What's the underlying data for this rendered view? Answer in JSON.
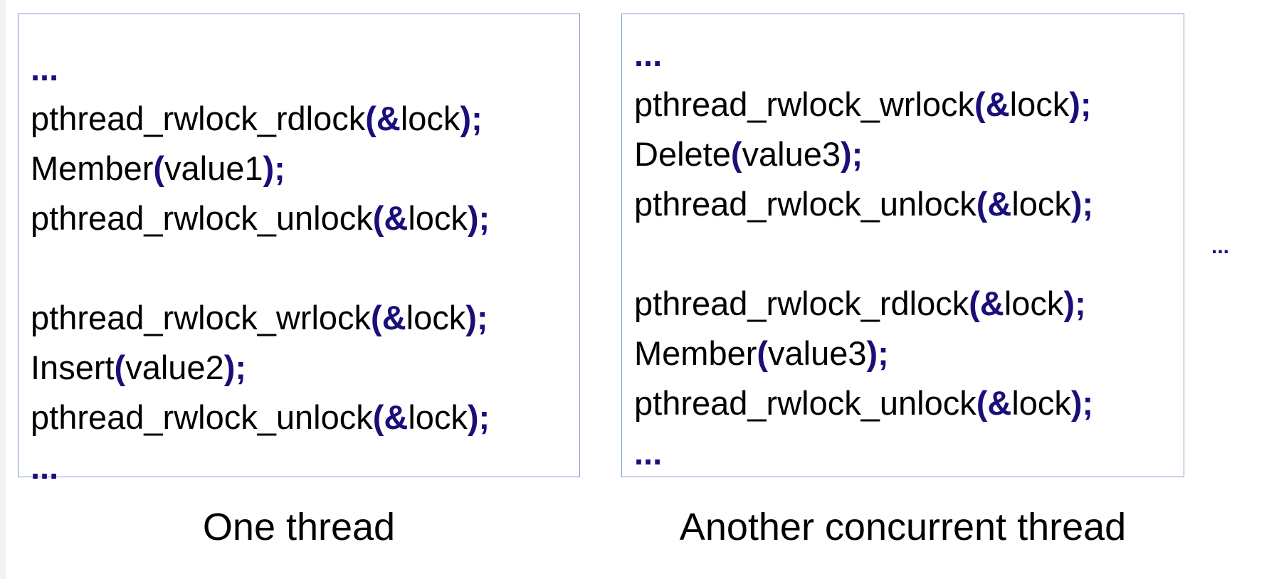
{
  "accent_color": "#1a0f7a",
  "thread1": {
    "caption": "One thread",
    "lines": [
      [
        {
          "t": "...",
          "h": true
        }
      ],
      [
        {
          "t": "pthread_rwlock_rdlock"
        },
        {
          "t": "(&",
          "h": true
        },
        {
          "t": "lock"
        },
        {
          "t": ");",
          "h": true
        }
      ],
      [
        {
          "t": "Member"
        },
        {
          "t": "(",
          "h": true
        },
        {
          "t": "value1"
        },
        {
          "t": ");",
          "h": true
        }
      ],
      [
        {
          "t": "pthread_rwlock_unlock"
        },
        {
          "t": "(&",
          "h": true
        },
        {
          "t": "lock"
        },
        {
          "t": ");",
          "h": true
        }
      ],
      [],
      [
        {
          "t": "pthread_rwlock_wrlock"
        },
        {
          "t": "(&",
          "h": true
        },
        {
          "t": "lock"
        },
        {
          "t": ");",
          "h": true
        }
      ],
      [
        {
          "t": "Insert"
        },
        {
          "t": "(",
          "h": true
        },
        {
          "t": "value2"
        },
        {
          "t": ");",
          "h": true
        }
      ],
      [
        {
          "t": "pthread_rwlock_unlock"
        },
        {
          "t": "(&",
          "h": true
        },
        {
          "t": "lock"
        },
        {
          "t": ");",
          "h": true
        }
      ],
      [
        {
          "t": "...",
          "h": true
        }
      ]
    ]
  },
  "thread2": {
    "caption": "Another concurrent thread",
    "lines": [
      [
        {
          "t": "...",
          "h": true
        }
      ],
      [
        {
          "t": "pthread_rwlock_wrlock"
        },
        {
          "t": "(&",
          "h": true
        },
        {
          "t": "lock"
        },
        {
          "t": ");",
          "h": true
        }
      ],
      [
        {
          "t": "Delete"
        },
        {
          "t": "(",
          "h": true
        },
        {
          "t": "value3"
        },
        {
          "t": ");",
          "h": true
        }
      ],
      [
        {
          "t": "pthread_rwlock_unlock"
        },
        {
          "t": "(&",
          "h": true
        },
        {
          "t": "lock"
        },
        {
          "t": ");",
          "h": true
        }
      ],
      [],
      [
        {
          "t": "pthread_rwlock_rdlock"
        },
        {
          "t": "(&",
          "h": true
        },
        {
          "t": "lock"
        },
        {
          "t": ");",
          "h": true
        }
      ],
      [
        {
          "t": "Member"
        },
        {
          "t": "(",
          "h": true
        },
        {
          "t": "value3"
        },
        {
          "t": ");",
          "h": true
        }
      ],
      [
        {
          "t": "pthread_rwlock_unlock"
        },
        {
          "t": "(&",
          "h": true
        },
        {
          "t": "lock"
        },
        {
          "t": ");",
          "h": true
        }
      ],
      [
        {
          "t": "...",
          "h": true
        }
      ]
    ]
  },
  "more_threads": "..."
}
